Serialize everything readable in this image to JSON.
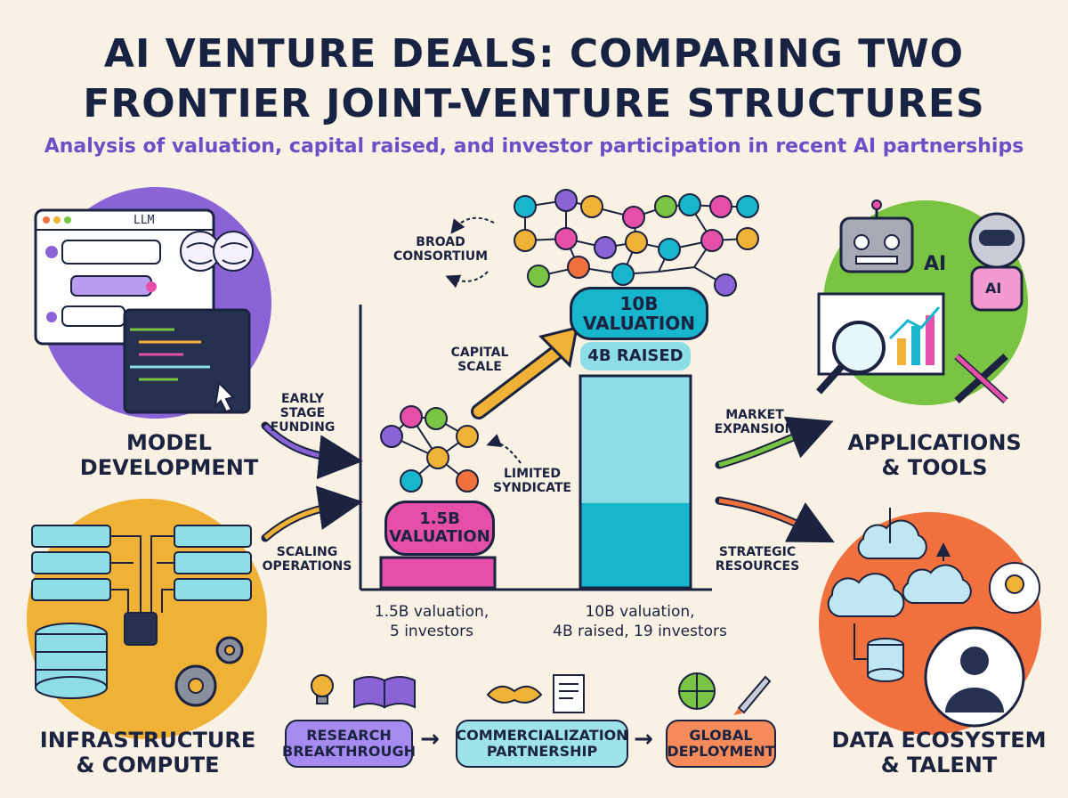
{
  "header": {
    "title_line1": "AI VENTURE DEALS: COMPARING TWO",
    "title_line2": "FRONTIER JOINT-VENTURE STRUCTURES",
    "subtitle": "Analysis of valuation, capital raised, and investor participation in recent AI partnerships"
  },
  "sections": {
    "model_dev": "MODEL\nDEVELOPMENT",
    "infra": "INFRASTRUCTURE\n& COMPUTE",
    "apps": "APPLICATIONS\n& TOOLS",
    "data": "DATA ECOSYSTEM\n& TALENT",
    "llm_window": "LLM",
    "ai_badge_1": "AI",
    "ai_badge_2": "AI"
  },
  "arrows": {
    "early_stage": "EARLY STAGE\nFUNDING",
    "scaling": "SCALING\nOPERATIONS",
    "market": "MARKET\nEXPANSION",
    "strategic": "STRATEGIC\nRESOURCES",
    "capital_scale": "CAPITAL\nSCALE",
    "broad_consortium": "BROAD\nCONSORTIUM",
    "limited_syndicate": "LIMITED\nSYNDICATE"
  },
  "flow": {
    "step1": "RESEARCH\nBREAKTHROUGH",
    "step2": "COMMERCIALIZATION\nPARTNERSHIP",
    "step3": "GLOBAL\nDEPLOYMENT",
    "arrow": "→"
  },
  "chart_data": {
    "type": "bar",
    "categories": [
      "1.5B valuation,\n5 investors",
      "10B valuation,\n4B raised, 19 investors"
    ],
    "series": [
      {
        "values": [
          1.5,
          10
        ]
      },
      {
        "values": [
          null,
          4
        ]
      }
    ],
    "data_labels": {
      "deal_a_valuation": "1.5B\nVALUATION",
      "deal_b_valuation": "10B\nVALUATION",
      "deal_b_raised": "4B RAISED"
    },
    "investors": [
      5,
      19
    ],
    "ylim": [
      0,
      10
    ],
    "colors": {
      "deal_a": "#e64fa8",
      "deal_b_valuation": "#8fdde6",
      "deal_b_raised": "#18b6cd"
    }
  },
  "colors": {
    "purple": "#8a63d6",
    "amber": "#f0b236",
    "green": "#79c442",
    "orange": "#f0703e",
    "ink": "#1c2340"
  }
}
